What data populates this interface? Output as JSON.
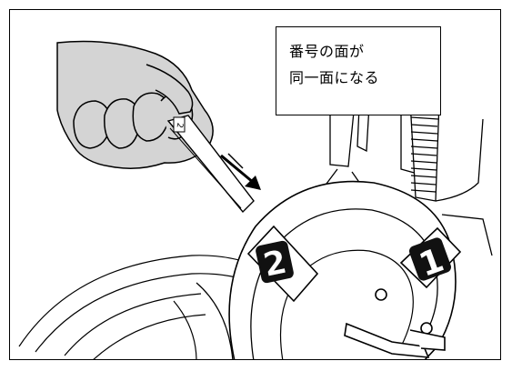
{
  "callout": {
    "line1": "番号の面が",
    "line2": "同一面になる"
  },
  "labels": {
    "tag_number_small": "2",
    "plate_left_number": "2",
    "plate_right_number": "1"
  },
  "colors": {
    "line": "#000000",
    "glove_fill": "#d4d4d4",
    "plate_fill": "#ffffff",
    "badge_fill": "#111111"
  },
  "icons": {
    "arrow": "insert-direction-arrow-icon"
  }
}
